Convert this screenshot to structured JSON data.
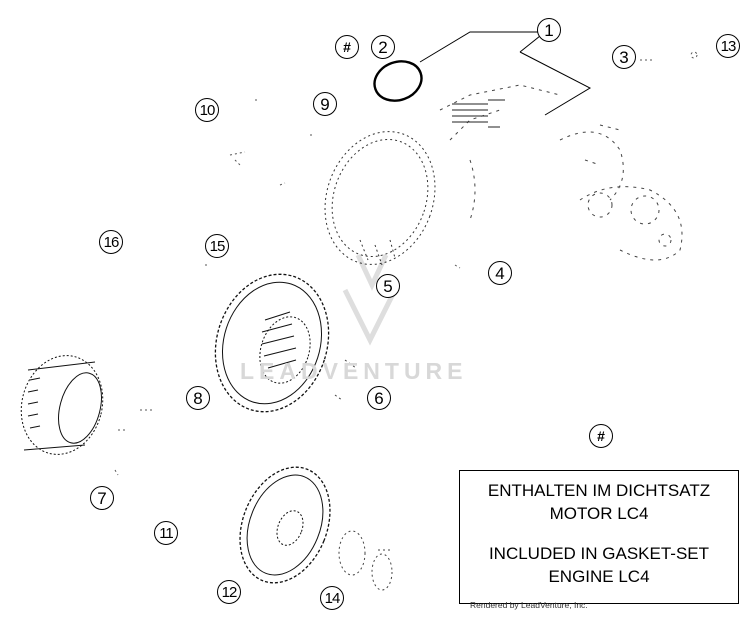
{
  "callouts": [
    {
      "id": "c1",
      "label": "1"
    },
    {
      "id": "c2",
      "label": "2"
    },
    {
      "id": "c3",
      "label": "3"
    },
    {
      "id": "c4",
      "label": "4"
    },
    {
      "id": "c5",
      "label": "5"
    },
    {
      "id": "c6",
      "label": "6"
    },
    {
      "id": "c7",
      "label": "7"
    },
    {
      "id": "c8",
      "label": "8"
    },
    {
      "id": "c9",
      "label": "9"
    },
    {
      "id": "c10",
      "label": "10"
    },
    {
      "id": "c11",
      "label": "11"
    },
    {
      "id": "c12",
      "label": "12"
    },
    {
      "id": "c13",
      "label": "13"
    },
    {
      "id": "c14",
      "label": "14"
    },
    {
      "id": "c15",
      "label": "15"
    },
    {
      "id": "c16",
      "label": "16"
    },
    {
      "id": "hash1",
      "label": "#"
    },
    {
      "id": "hash2",
      "label": "#"
    }
  ],
  "gasket_note": {
    "de_line1": "ENTHALTEN IM DICHTSATZ",
    "de_line2": "MOTOR LC4",
    "en_line1": "INCLUDED IN GASKET-SET",
    "en_line2": "ENGINE LC4"
  },
  "credit": "Rendered by LeadVenture, Inc.",
  "watermark": "LEADVENTURE",
  "colors": {
    "line": "#000000",
    "watermark": "#d8d8d8",
    "background": "#ffffff"
  }
}
